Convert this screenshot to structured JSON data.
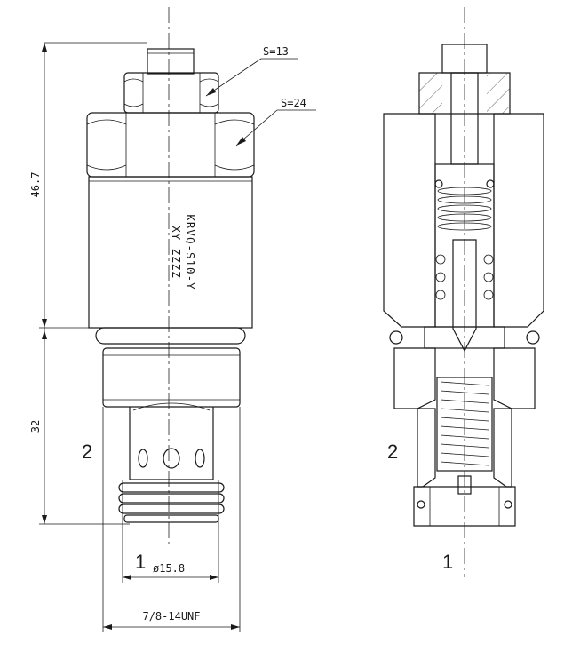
{
  "dimensions": {
    "height_upper": "46.7",
    "height_lower": "32",
    "wrench_small": "S=13",
    "wrench_large": "S=24",
    "bore_diameter": "ø15.8",
    "thread": "7/8-14UNF"
  },
  "ports": {
    "left_side": "2",
    "left_bottom": "1",
    "right_side": "2",
    "right_bottom": "1"
  },
  "body_marking": {
    "line1": "KRVQ-S10-Y",
    "line2": "XY ZZZZ"
  }
}
